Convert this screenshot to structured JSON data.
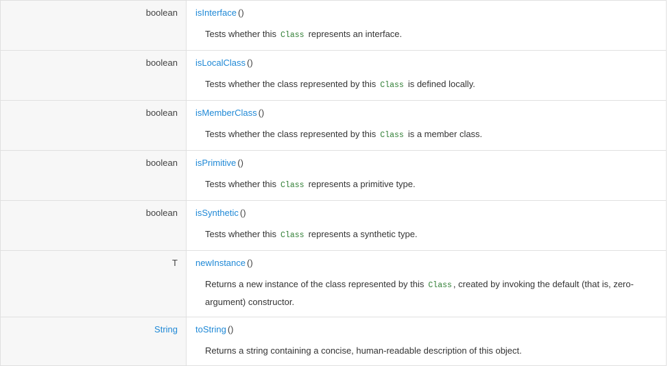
{
  "rows": [
    {
      "type": "boolean",
      "type_is_link": false,
      "method": "isInterface",
      "parens": "()",
      "desc_before": "Tests whether this",
      "code": "Class",
      "desc_after": "represents an interface."
    },
    {
      "type": "boolean",
      "type_is_link": false,
      "method": "isLocalClass",
      "parens": "()",
      "desc_before": "Tests whether the class represented by this",
      "code": "Class",
      "desc_after": "is defined locally."
    },
    {
      "type": "boolean",
      "type_is_link": false,
      "method": "isMemberClass",
      "parens": "()",
      "desc_before": "Tests whether the class represented by this",
      "code": "Class",
      "desc_after": "is a member class."
    },
    {
      "type": "boolean",
      "type_is_link": false,
      "method": "isPrimitive",
      "parens": "()",
      "desc_before": "Tests whether this",
      "code": "Class",
      "desc_after": "represents a primitive type."
    },
    {
      "type": "boolean",
      "type_is_link": false,
      "method": "isSynthetic",
      "parens": "()",
      "desc_before": "Tests whether this",
      "code": "Class",
      "desc_after": "represents a synthetic type."
    },
    {
      "type": "T",
      "type_is_link": false,
      "method": "newInstance",
      "parens": "()",
      "desc_before": "Returns a new instance of the class represented by this",
      "code": "Class",
      "desc_after": ", created by invoking the default (that is, zero-argument) constructor."
    },
    {
      "type": "String",
      "type_is_link": true,
      "method": "toString",
      "parens": "()",
      "desc_before": "Returns a string containing a concise, human-readable description of this object.",
      "code": "",
      "desc_after": ""
    }
  ],
  "colors": {
    "link": "#1e88d6",
    "code": "#2e7d32",
    "type_bg": "#f7f7f7",
    "border": "#e0e0e0"
  }
}
